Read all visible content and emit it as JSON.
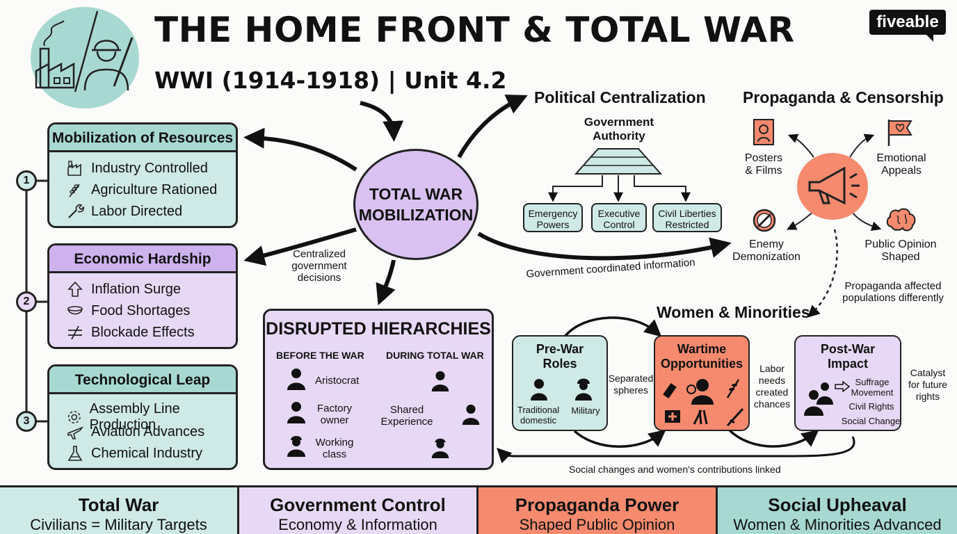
{
  "header": {
    "title": "THE HOME FRONT & TOTAL WAR",
    "subtitle": "WWI (1914-1918) | Unit 4.2",
    "logo": "fiveable"
  },
  "hub": {
    "line1": "TOTAL WAR",
    "line2": "MOBILIZATION"
  },
  "steps": [
    "1",
    "2",
    "3"
  ],
  "mobilization": {
    "title": "Mobilization of Resources",
    "items": [
      "Industry Controlled",
      "Agriculture Rationed",
      "Labor Directed"
    ]
  },
  "hardship": {
    "title": "Economic Hardship",
    "items": [
      "Inflation Surge",
      "Food Shortages",
      "Blockade Effects"
    ]
  },
  "tech": {
    "title": "Technological Leap",
    "items": [
      "Assembly Line Production",
      "Aviation Advances",
      "Chemical Industry"
    ]
  },
  "centralized_note": [
    "Centralized",
    "government",
    "decisions"
  ],
  "political": {
    "title": "Political Centralization",
    "authority": [
      "Government",
      "Authority"
    ],
    "boxes": [
      [
        "Emergency",
        "Powers"
      ],
      [
        "Executive",
        "Control"
      ],
      [
        "Civil Liberties",
        "Restricted"
      ]
    ]
  },
  "coordinated_note": "Government coordinated information",
  "propaganda": {
    "title": "Propaganda & Censorship",
    "items": [
      [
        "Posters",
        "& Films"
      ],
      [
        "Emotional",
        "Appeals"
      ],
      [
        "Enemy",
        "Demonization"
      ],
      [
        "Public Opinion",
        "Shaped"
      ]
    ],
    "affected_note": [
      "Propaganda affected",
      "populations differently"
    ]
  },
  "hierarchies": {
    "title": "DISRUPTED HIERARCHIES",
    "before_label": "BEFORE THE WAR",
    "during_label": "DURING TOTAL WAR",
    "classes": [
      "Aristocrat",
      [
        "Factory",
        "owner"
      ],
      [
        "Working",
        "class"
      ]
    ],
    "shared": [
      "Shared",
      "Experience"
    ]
  },
  "women": {
    "title": "Women & Minorities",
    "prewar": {
      "title": [
        "Pre-War",
        "Roles"
      ],
      "left": [
        "Traditional",
        "domestic"
      ],
      "right": "Military"
    },
    "separated": [
      "Separated",
      "spheres"
    ],
    "wartime": {
      "title": [
        "Wartime",
        "Opportunities"
      ]
    },
    "labor": [
      "Labor",
      "needs",
      "created",
      "chances"
    ],
    "postwar": {
      "title": [
        "Post-War",
        "Impact"
      ],
      "items": [
        [
          "Suffrage",
          "Movement"
        ],
        "Civil Rights",
        "Social Change"
      ]
    },
    "catalyst": [
      "Catalyst",
      "for future",
      "rights"
    ]
  },
  "linked_note": "Social changes and women's contributions linked",
  "bottom": [
    {
      "title": "Total War",
      "sub": "Civilians = Military Targets",
      "color": "#cfe9e6"
    },
    {
      "title": "Government Control",
      "sub": "Economy & Information",
      "color": "#e7d9f5"
    },
    {
      "title": "Propaganda Power",
      "sub": "Shaped Public Opinion",
      "color": "#f58a6e"
    },
    {
      "title": "Social Upheaval",
      "sub": "Women & Minorities Advanced",
      "color": "#a8d8d2"
    }
  ],
  "colors": {
    "teal": "#cfe9e6",
    "purple": "#e7d9f5",
    "coral": "#f58a6e",
    "hub": "#d9c2f1"
  },
  "icons": [
    "factory-icon",
    "soldier-icon",
    "wheat-icon",
    "wrench-icon",
    "arrow-up-icon",
    "bowl-icon",
    "not-equal-icon",
    "gear-icon",
    "plane-icon",
    "flask-icon",
    "megaphone-icon",
    "poster-icon",
    "flag-heart-icon",
    "prohibited-icon",
    "brain-icon",
    "person-icon",
    "first-aid-icon",
    "rifle-icon"
  ]
}
